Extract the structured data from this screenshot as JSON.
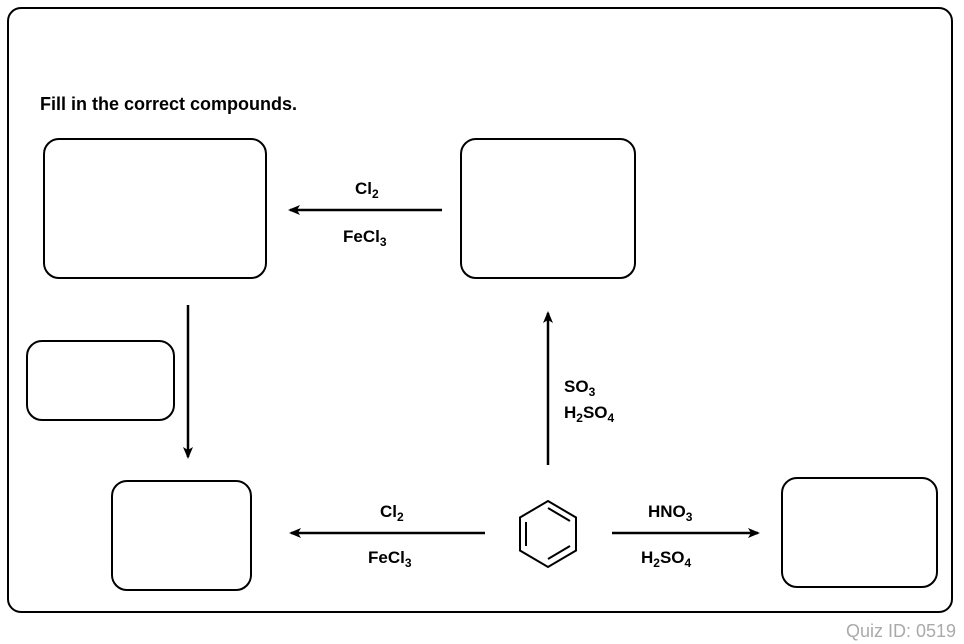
{
  "instruction": "Fill in the correct compounds.",
  "quiz_id": "Quiz ID: 0519",
  "reactions": {
    "sulfonation": {
      "reagent1": [
        "SO",
        "3",
        ""
      ],
      "reagent2": [
        "H",
        "2",
        "SO",
        "4"
      ]
    },
    "chlorination_top": {
      "reagent1": [
        "Cl",
        "2"
      ],
      "reagent2": [
        "FeCl",
        "3"
      ]
    },
    "chlorination_bottom": {
      "reagent1": [
        "Cl",
        "2"
      ],
      "reagent2": [
        "FeCl",
        "3"
      ]
    },
    "nitration": {
      "reagent1": [
        "HNO",
        "3"
      ],
      "reagent2": [
        "H",
        "2",
        "SO",
        "4"
      ]
    }
  },
  "starting_material": "benzene",
  "colors": {
    "stroke": "#000000",
    "quiz_id": "#aaaaaa"
  }
}
